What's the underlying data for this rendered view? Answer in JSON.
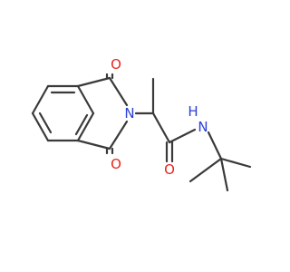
{
  "molecule": {
    "atoms": {
      "o_top": {
        "symbol": "O",
        "color": "#e8251e"
      },
      "n_ring": {
        "symbol": "N",
        "color": "#2b3fd6"
      },
      "o_bottom": {
        "symbol": "O",
        "color": "#e8251e"
      },
      "o_amide": {
        "symbol": "O",
        "color": "#e8251e"
      },
      "n_amide": {
        "symbol": "N",
        "color": "#2b3fd6"
      },
      "h_amide": {
        "symbol": "H",
        "color": "#2b3fd6"
      }
    },
    "bond_color": "#3a3a3a"
  }
}
